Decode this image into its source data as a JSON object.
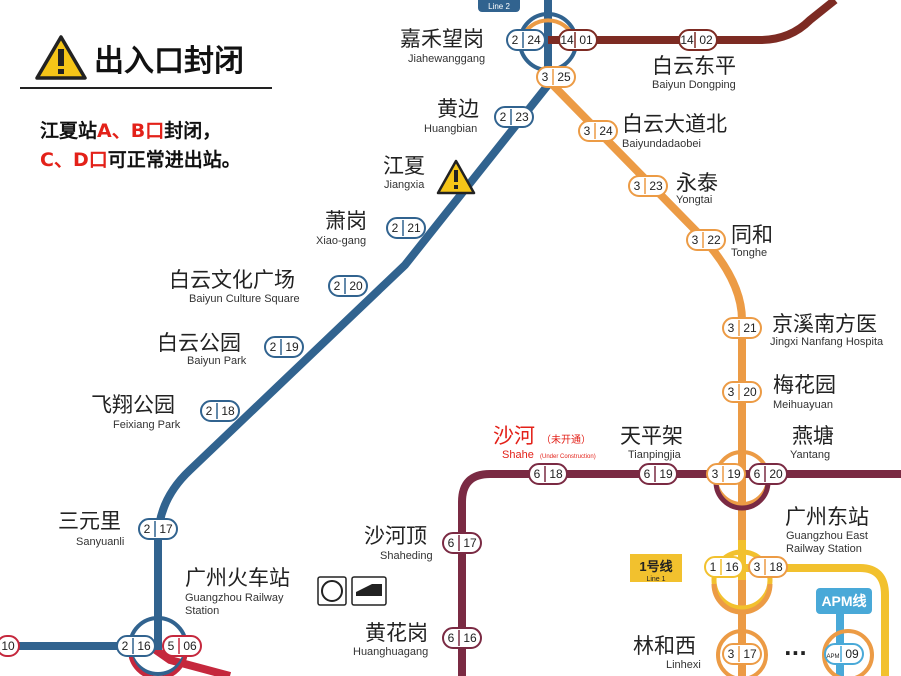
{
  "title": {
    "text": "出入口封闭"
  },
  "notice": {
    "station": "江夏站",
    "closed_gates": "A、B口",
    "closed_text": "封闭，",
    "open_gates": "C、D口",
    "open_text": "可正常进出站。"
  },
  "line_badge": {
    "cn": "1号线",
    "en": "Line 1"
  },
  "apm_badge": {
    "text": "APM线"
  },
  "top_badge": {
    "text": "Line 2"
  },
  "shahe_status": "（未开通）",
  "shahe_status_en": "(Under Construction)",
  "ellipsis": "···",
  "codes": {
    "jiahewanggang_2": "2|24",
    "jiahewanggang_14": "14|01",
    "jiahewanggang_3": "3|25",
    "baiyun_dongping": "14|02",
    "huangbian": "2|23",
    "baiyundadaobei": "3|24",
    "yongtai": "3|23",
    "xiaogang": "2|21",
    "tonghe": "3|22",
    "baiyun_culture": "2|20",
    "jingxi": "3|21",
    "baiyun_park": "2|19",
    "meihuayuan": "3|20",
    "feixiang": "2|18",
    "shahe": "6|18",
    "tianpingjia": "6|19",
    "yantang_3": "3|19",
    "yantang_6": "6|20",
    "sanyuanli": "2|17",
    "shaheding": "6|17",
    "gz_east_1": "1|16",
    "gz_east_3": "3|18",
    "gz_rail_2": "2|16",
    "gz_rail_5": "5|06",
    "huanghuagang": "6|16",
    "linhexi": "3|17",
    "apm": "APM|09",
    "left_edge": "10"
  },
  "stations": {
    "jiahewanggang": {
      "cn": "嘉禾望岗",
      "en": "Jiahewanggang"
    },
    "baiyun_dongping": {
      "cn": "白云东平",
      "en": "Baiyun Dongping"
    },
    "huangbian": {
      "cn": "黄边",
      "en": "Huangbian"
    },
    "baiyundadaobei": {
      "cn": "白云大道北",
      "en": "Baiyundadaobei"
    },
    "jiangxia": {
      "cn": "江夏",
      "en": "Jiangxia"
    },
    "yongtai": {
      "cn": "永泰",
      "en": "Yongtai"
    },
    "xiaogang": {
      "cn": "萧岗",
      "en": "Xiao-gang"
    },
    "tonghe": {
      "cn": "同和",
      "en": "Tonghe"
    },
    "baiyun_culture": {
      "cn": "白云文化广场",
      "en": "Baiyun Culture Square"
    },
    "jingxi": {
      "cn": "京溪南方医",
      "en": "Jingxi Nanfang Hospita"
    },
    "baiyun_park": {
      "cn": "白云公园",
      "en": "Baiyun Park"
    },
    "meihuayuan": {
      "cn": "梅花园",
      "en": "Meihuayuan"
    },
    "feixiang": {
      "cn": "飞翔公园",
      "en": "Feixiang Park"
    },
    "shahe": {
      "cn": "沙河",
      "en": "Shahe"
    },
    "tianpingjia": {
      "cn": "天平架",
      "en": "Tianpingjia"
    },
    "yantang": {
      "cn": "燕塘",
      "en": "Yantang"
    },
    "sanyuanli": {
      "cn": "三元里",
      "en": "Sanyuanli"
    },
    "shaheding": {
      "cn": "沙河顶",
      "en": "Shaheding"
    },
    "gz_east": {
      "cn": "广州东站",
      "en1": "Guangzhou East",
      "en2": "Railway Station"
    },
    "gz_rail": {
      "cn": "广州火车站",
      "en1": "Guangzhou Railway",
      "en2": "Station"
    },
    "huanghuagang": {
      "cn": "黄花岗",
      "en": "Huanghuagang"
    },
    "linhexi": {
      "cn": "林和西",
      "en": "Linhexi"
    }
  },
  "colors": {
    "line1": "#f2c12e",
    "line2": "#31638f",
    "line3": "#ec9b45",
    "line5": "#c5283d",
    "line6": "#7a2a43",
    "line14": "#7d2b23",
    "apm": "#49a9d8",
    "alert": "#e32119",
    "warning": "#f5c518"
  }
}
